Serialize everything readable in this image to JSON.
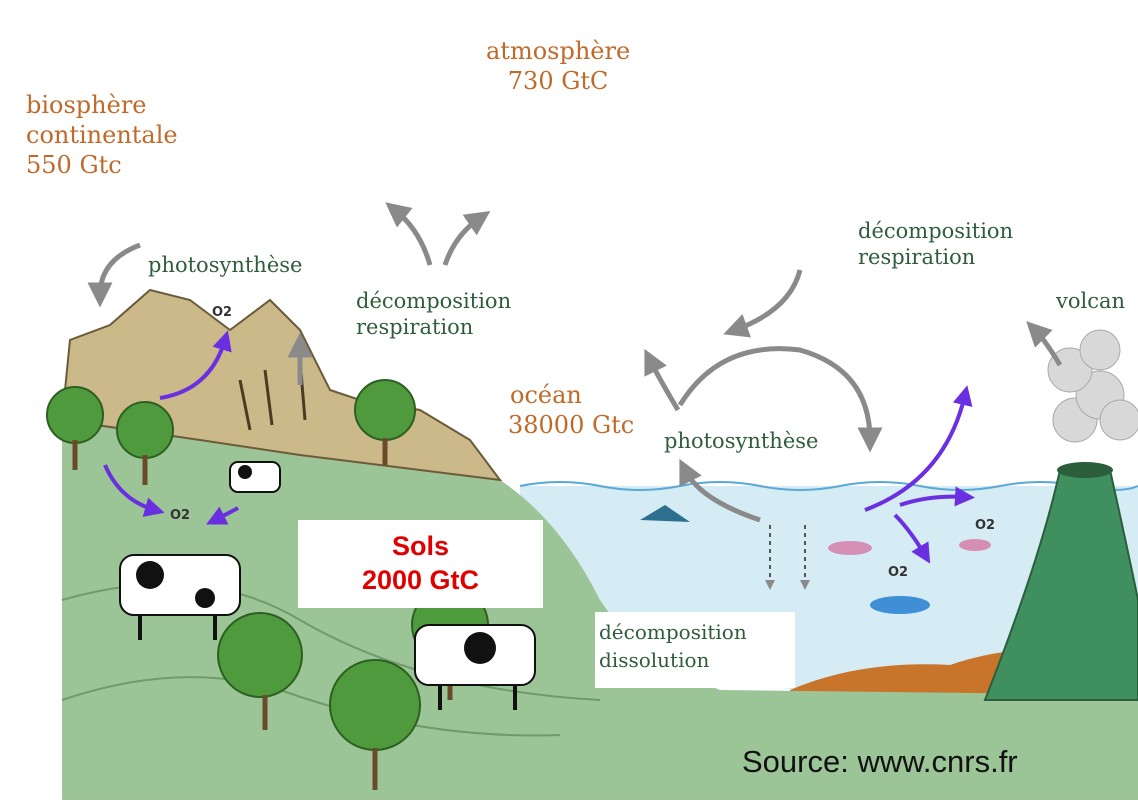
{
  "labels": {
    "atmosphere": [
      "atmosphère",
      "730 GtC"
    ],
    "biosphere": [
      "biosphère",
      "continentale",
      "550 Gtc"
    ],
    "photosynthese_land": "photosynthèse",
    "decomp_resp_center": [
      "décomposition",
      "respiration"
    ],
    "decomp_resp_right": [
      "décomposition",
      "respiration"
    ],
    "volcan": "volcan",
    "ocean": [
      "océan",
      "38000 Gtc"
    ],
    "photosynthese_ocean": "photosynthèse",
    "o2_land_top": "O2",
    "o2_land_bottom": "O2",
    "o2_ocean_right": "O2",
    "o2_ocean_bottom": "O2",
    "sols": [
      "Sols",
      "2000 GtC"
    ],
    "decomp_dissolution": [
      "décomposition",
      "dissolution"
    ],
    "source": "Source: www.cnrs.fr"
  },
  "colors": {
    "land": "#9cc597",
    "sea": "#d6ecf4",
    "mountain": "#cbb98a",
    "arrow_grey": "#8a8a8a",
    "arrow_violet": "#6a2fe0",
    "label_orange": "#c06a2a",
    "label_green": "#2f5d3a",
    "sols_red": "#e00000"
  }
}
